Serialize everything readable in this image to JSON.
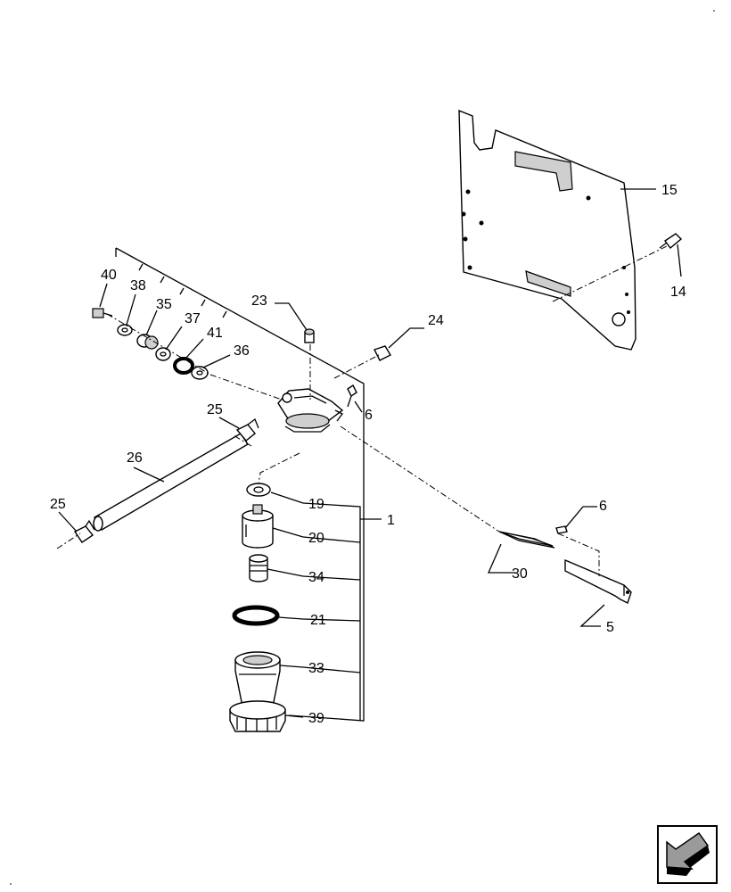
{
  "diagram": {
    "callouts": [
      {
        "id": "40",
        "label": "40"
      },
      {
        "id": "38",
        "label": "38"
      },
      {
        "id": "35",
        "label": "35"
      },
      {
        "id": "37",
        "label": "37"
      },
      {
        "id": "41",
        "label": "41"
      },
      {
        "id": "36",
        "label": "36"
      },
      {
        "id": "23",
        "label": "23"
      },
      {
        "id": "24",
        "label": "24"
      },
      {
        "id": "6a",
        "label": "6"
      },
      {
        "id": "25a",
        "label": "25"
      },
      {
        "id": "26",
        "label": "26"
      },
      {
        "id": "25b",
        "label": "25"
      },
      {
        "id": "19",
        "label": "19"
      },
      {
        "id": "20",
        "label": "20"
      },
      {
        "id": "34",
        "label": "34"
      },
      {
        "id": "21",
        "label": "21"
      },
      {
        "id": "33",
        "label": "33"
      },
      {
        "id": "39",
        "label": "39"
      },
      {
        "id": "1",
        "label": "1"
      },
      {
        "id": "15",
        "label": "15"
      },
      {
        "id": "14",
        "label": "14"
      },
      {
        "id": "6b",
        "label": "6"
      },
      {
        "id": "30",
        "label": "30"
      },
      {
        "id": "5",
        "label": "5"
      }
    ],
    "nav_icon": "arrow-left-down-icon"
  }
}
